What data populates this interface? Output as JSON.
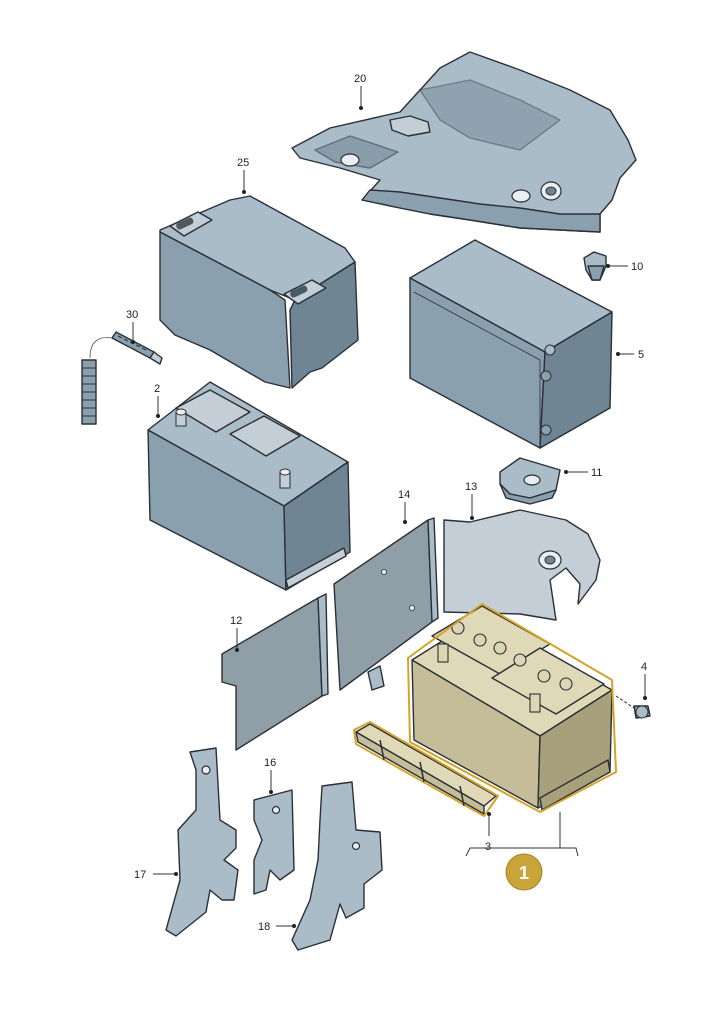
{
  "diagram": {
    "callouts": {
      "c20": "20",
      "c25": "25",
      "c10": "10",
      "c30": "30",
      "c5": "5",
      "c2": "2",
      "c11": "11",
      "c14": "14",
      "c13": "13",
      "c12": "12",
      "c4": "4",
      "c16": "16",
      "c17": "17",
      "c3": "3",
      "c18": "18"
    },
    "badge": "1",
    "colors": {
      "highlight": "#c9a43a",
      "parts": "#a9bcc8"
    }
  }
}
